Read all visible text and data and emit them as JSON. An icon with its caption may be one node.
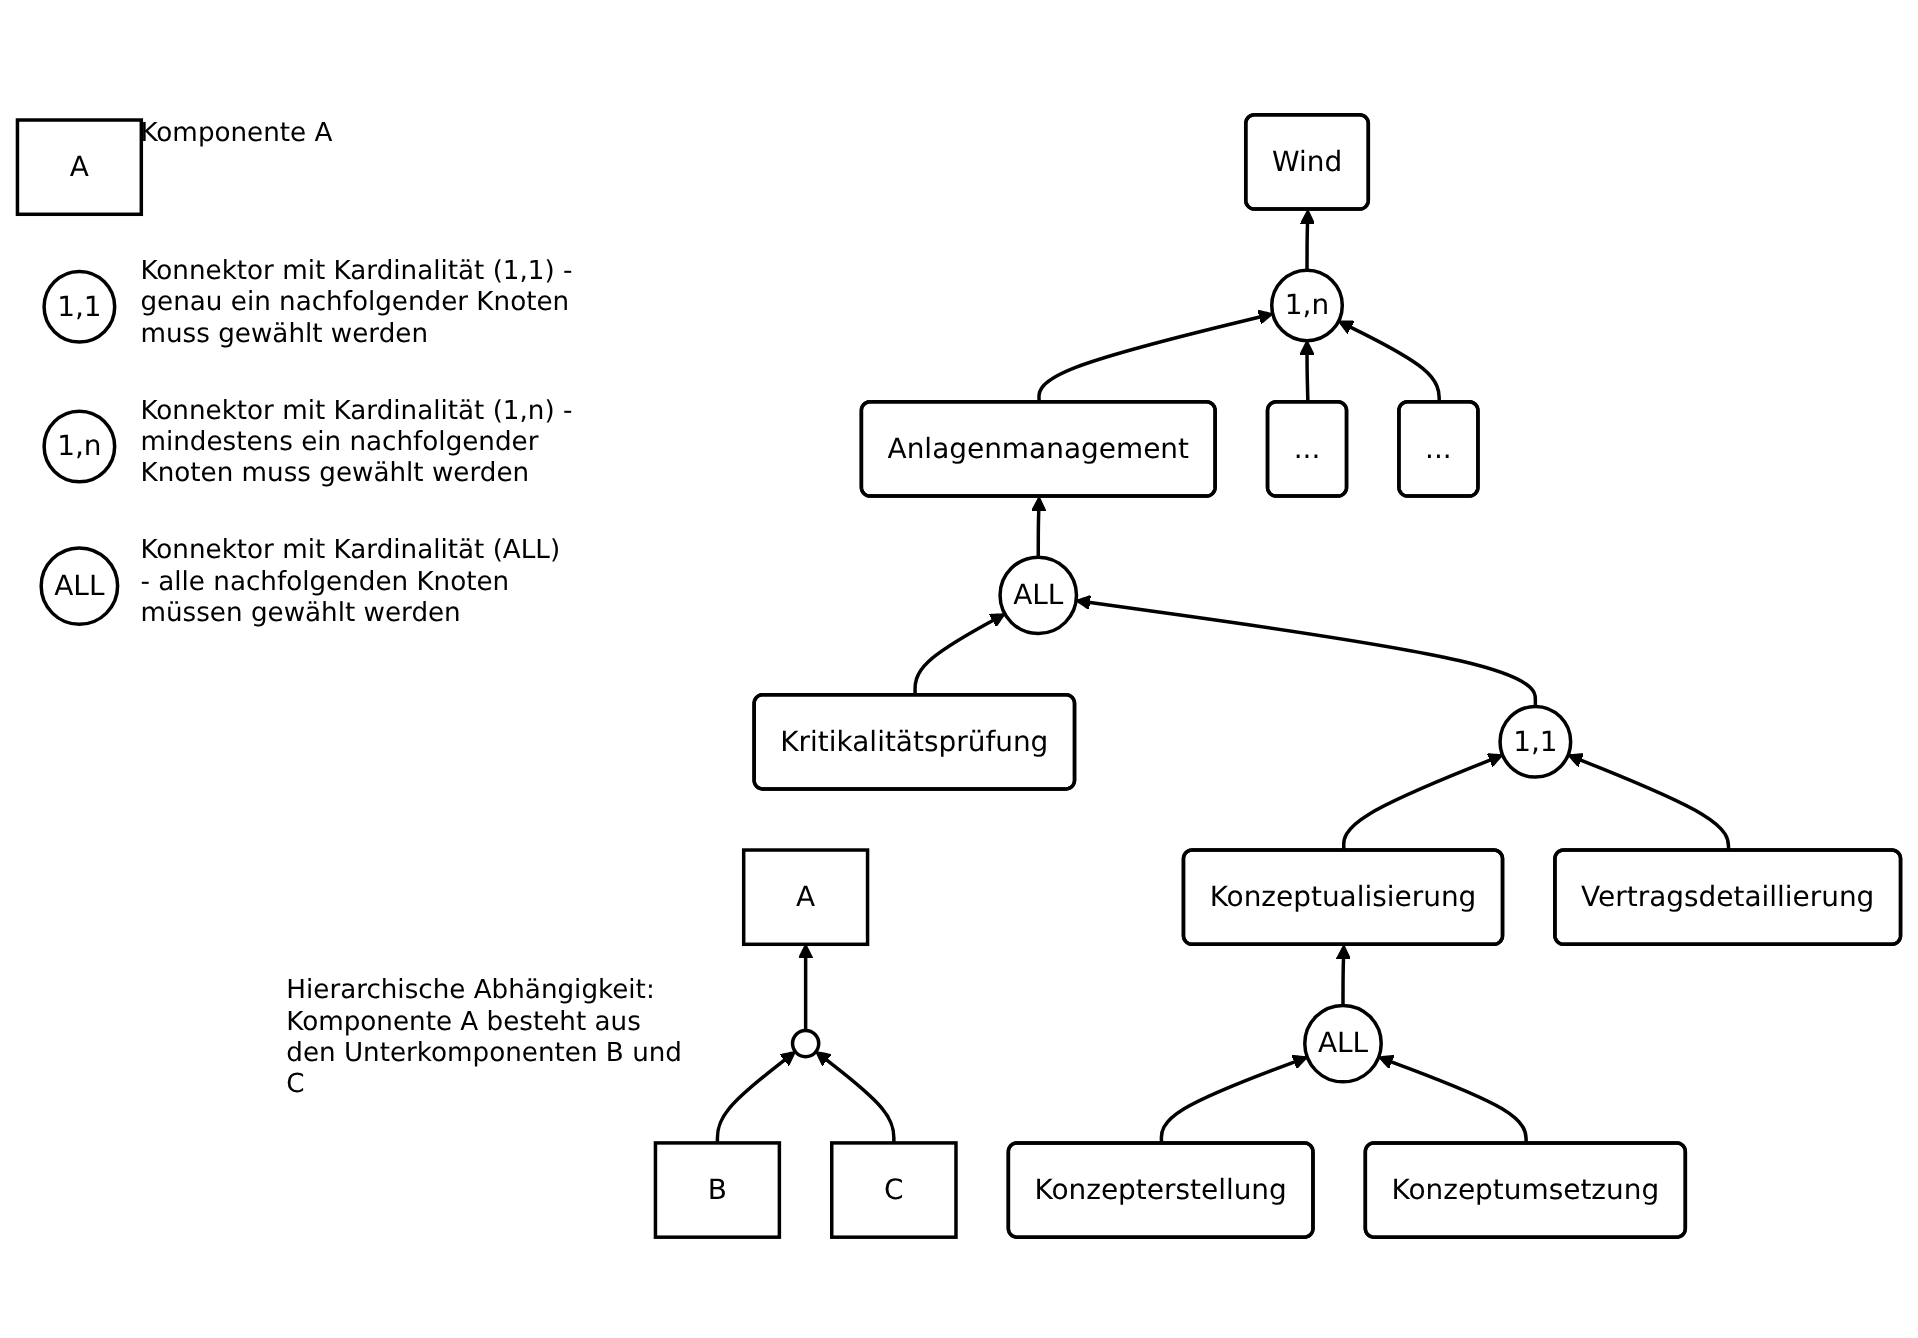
{
  "diagram": {
    "nodes": [
      {
        "text": [
          "A"
        ],
        "beside": [
          "Komponente A"
        ]
      },
      {
        "text": [
          "1,1"
        ],
        "beside": [
          "Konnektor mit Kardinalität (1,1) - genau ein nachfolgender Knoten muss gewählt werden"
        ]
      },
      {
        "text": [
          "1,n"
        ],
        "beside": [
          "Konnektor mit Kardinalität (1,n) - mindestens ein nachfolgender Knoten muss gewählt werden"
        ]
      },
      {
        "text": [
          "ALL"
        ],
        "beside": [
          "Konnektor mit Kardinalität (ALL) - alle nachfolgenden Knoten müssen gewählt werden"
        ]
      },
      {
        "text": [
          "A"
        ]
      },
      {
        "text": [],
        "shape": "circle"
      },
      {
        "text": [
          "B"
        ]
      },
      {
        "text": [
          "C"
        ]
      },
      {
        "text": [
          "Wind"
        ]
      },
      {
        "text": [
          "1,n"
        ]
      },
      {
        "text": [
          "Anlagenmanagement"
        ]
      },
      {
        "text": [
          "..."
        ]
      },
      {
        "text": [
          "..."
        ]
      },
      {
        "text": [
          "ALL"
        ]
      },
      {
        "text": [
          "Kritikalitätsprüfung"
        ]
      },
      {
        "text": [
          "1,1"
        ]
      },
      {
        "text": [
          "Konzeptualisierung"
        ]
      },
      {
        "text": [
          "Vertragsdetaillierung"
        ]
      },
      {
        "text": [
          "ALL"
        ]
      },
      {
        "text": [
          "Konzepterstellung"
        ]
      },
      {
        "text": [
          "Konzeptumsetzung"
        ]
      }
    ],
    "edges": [
      {
        "from": 5,
        "to": 4,
        "arrow": "to"
      },
      {
        "from": 6,
        "to": 5,
        "arrow": "to"
      },
      {
        "from": 7,
        "to": 5,
        "arrow": "to"
      },
      {
        "from": 9,
        "to": 8,
        "arrow": "to"
      },
      {
        "from": 10,
        "to": 9,
        "arrow": "to"
      },
      {
        "from": 11,
        "to": 9,
        "arrow": "to"
      },
      {
        "from": 12,
        "to": 9,
        "arrow": "to"
      },
      {
        "from": 13,
        "to": 10,
        "arrow": "to"
      },
      {
        "from": 14,
        "to": 13,
        "arrow": "to"
      },
      {
        "from": 15,
        "to": 13,
        "arrow": "to"
      },
      {
        "from": 16,
        "to": 15,
        "arrow": "to"
      },
      {
        "from": 17,
        "to": 15,
        "arrow": "to"
      },
      {
        "from": 18,
        "to": 16,
        "arrow": "to"
      },
      {
        "from": 19,
        "to": 18,
        "arrow": "to"
      },
      {
        "from": 20,
        "to": 18,
        "arrow": "to"
      }
    ],
    "labels": [
      "Hierarchische Abhängigkeit: Komponente A besteht aus den Unterkomponenten B und C"
    ]
  }
}
